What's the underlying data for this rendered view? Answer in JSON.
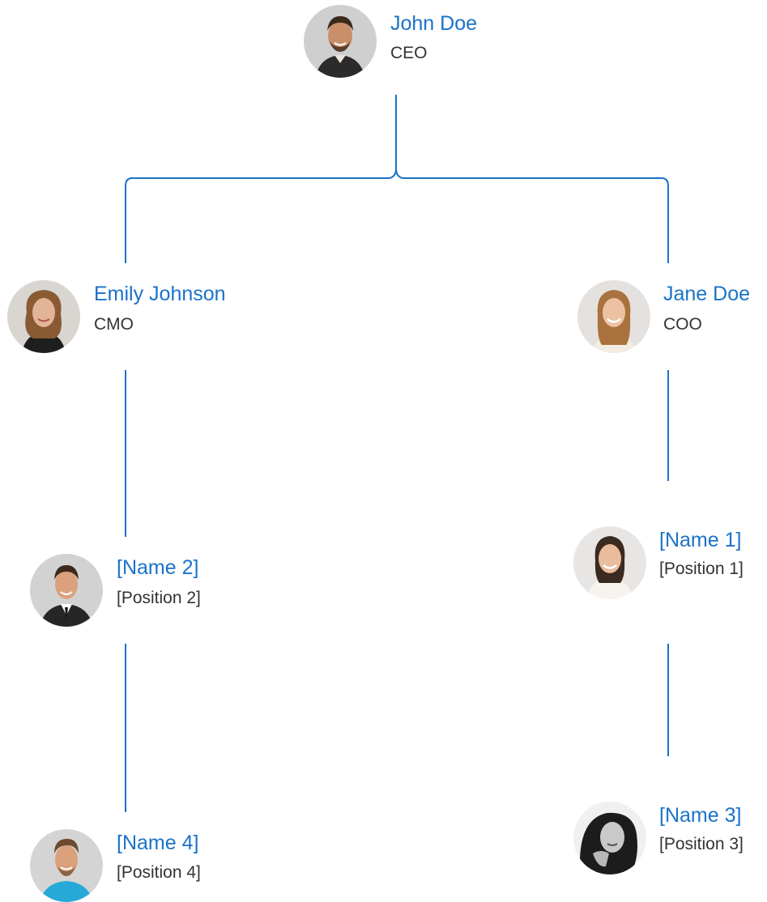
{
  "theme": {
    "name_color": "#1a73c8",
    "line_color": "#1a73c8",
    "role_color": "#333333"
  },
  "people": {
    "ceo": {
      "name": "John Doe",
      "role": "CEO",
      "avatar": "man-beard-avatar"
    },
    "cmo": {
      "name": "Emily Johnson",
      "role": "CMO",
      "avatar": "woman-curly-hair-avatar"
    },
    "coo": {
      "name": "Jane Doe",
      "role": "COO",
      "avatar": "woman-long-hair-avatar"
    },
    "name1": {
      "name": "[Name 1]",
      "role": "[Position 1]",
      "avatar": "woman-smiling-avatar"
    },
    "name2": {
      "name": "[Name 2]",
      "role": "[Position 2]",
      "avatar": "man-suit-avatar"
    },
    "name3": {
      "name": "[Name 3]",
      "role": "[Position 3]",
      "avatar": "woman-bw-portrait-avatar"
    },
    "name4": {
      "name": "[Name 4]",
      "role": "[Position 4]",
      "avatar": "man-casual-avatar"
    }
  }
}
